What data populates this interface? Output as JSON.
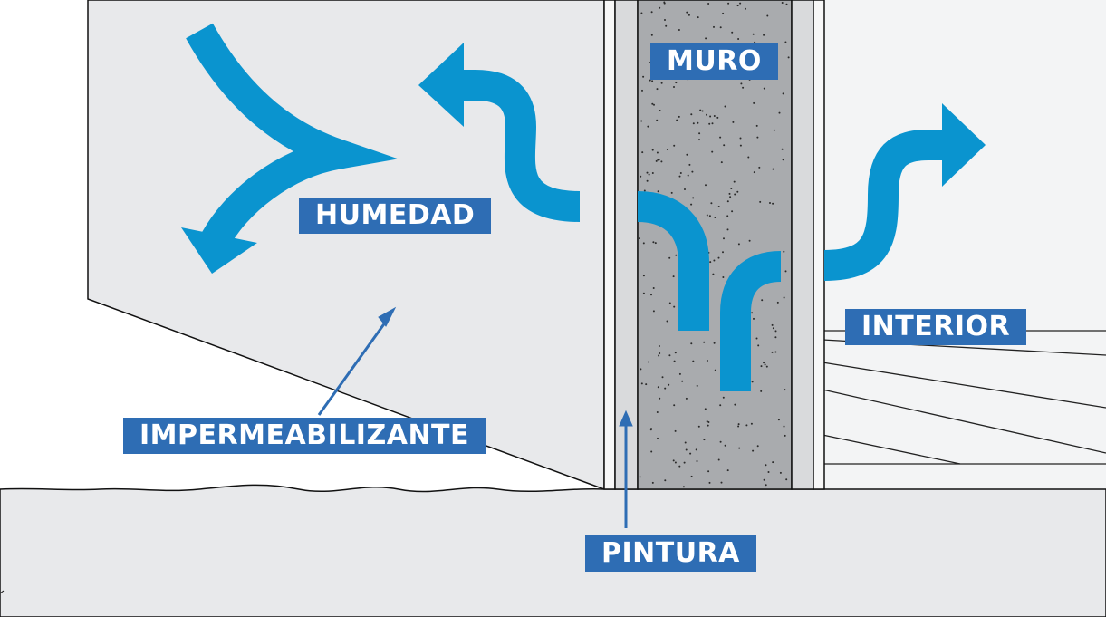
{
  "labels": {
    "muro": "MURO",
    "humedad": "HUMEDAD",
    "interior": "INTERIOR",
    "impermeabilizante": "IMPERMEABILIZANTE",
    "pintura": "PINTURA"
  },
  "colors": {
    "arrow": "#0a94cf",
    "label_bg": "#2e6db4",
    "label_text": "#ffffff",
    "line": "#111111",
    "wall_fill": "#a9abae",
    "panel_fill": "#e8e9eb",
    "interior_fill": "#f3f4f5"
  }
}
